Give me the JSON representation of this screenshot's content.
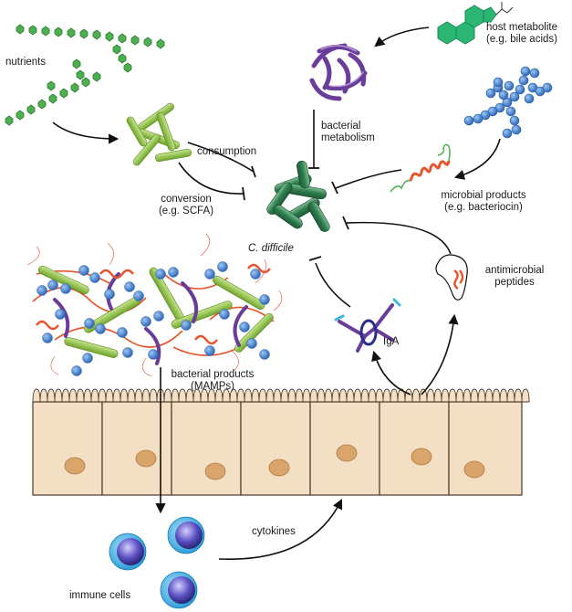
{
  "labels": {
    "nutrients": "nutrients",
    "host_metabolite_line1": "host metabolite",
    "host_metabolite_line2": "(e.g. bile acids)",
    "bacterial_metabolism_line1": "bacterial",
    "bacterial_metabolism_line2": "metabolism",
    "consumption": "consumption",
    "conversion_line1": "conversion",
    "conversion_line2": "(e.g. SCFA)",
    "c_difficile": "C. difficile",
    "microbial_products_line1": "microbial products",
    "microbial_products_line2": "(e.g. bacteriocin)",
    "antimicrobial_line1": "antimicrobial",
    "antimicrobial_line2": "peptides",
    "iga": "IgA",
    "bacterial_products_line1": "bacterial products",
    "bacterial_products_line2": "(MAMPs)",
    "cytokines": "cytokines",
    "immune_cells": "immune cells"
  },
  "colors": {
    "nutrient_green": "#4caf50",
    "commensal_green": "#8dc63f",
    "cdiff_green": "#2e7d4f",
    "host_metabolite_green": "#2bb673",
    "purple": "#6a3d9a",
    "blue_bead": "#3f7fd1",
    "red_orange": "#e8542b",
    "epithelium": "#f3dfc3",
    "nucleus": "#d9a56b",
    "immune_light": "#47b6e8",
    "immune_dark": "#3b3fa3"
  }
}
